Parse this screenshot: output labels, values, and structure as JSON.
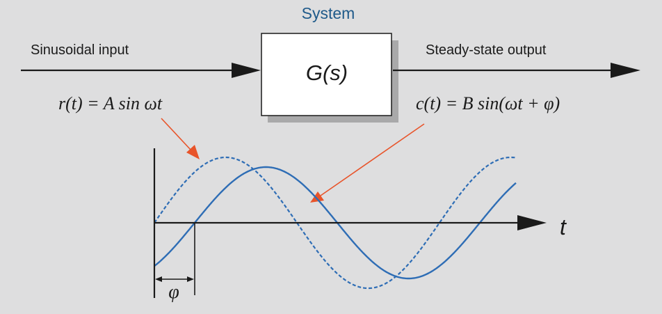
{
  "system_title": "System",
  "block_label": "G(s)",
  "input_label": "Sinusoidal input",
  "output_label": "Steady-state output",
  "input_equation": "r(t) = A sin ωt",
  "output_equation": "c(t) = B sin(ωt + φ)",
  "time_axis_label": "t",
  "phase_label": "φ",
  "colors": {
    "background": "#dededf",
    "system_title": "#1f5a8a",
    "wave": "#2e6db5",
    "pointer_arrow": "#e8542a",
    "ink": "#1a1a1a",
    "block_fill": "#ffffff",
    "block_shadow": "#a9a9aa"
  },
  "waves": {
    "input": {
      "style": "dashed",
      "phase_shift": 0
    },
    "output": {
      "style": "solid",
      "phase_shift": "phi"
    }
  }
}
